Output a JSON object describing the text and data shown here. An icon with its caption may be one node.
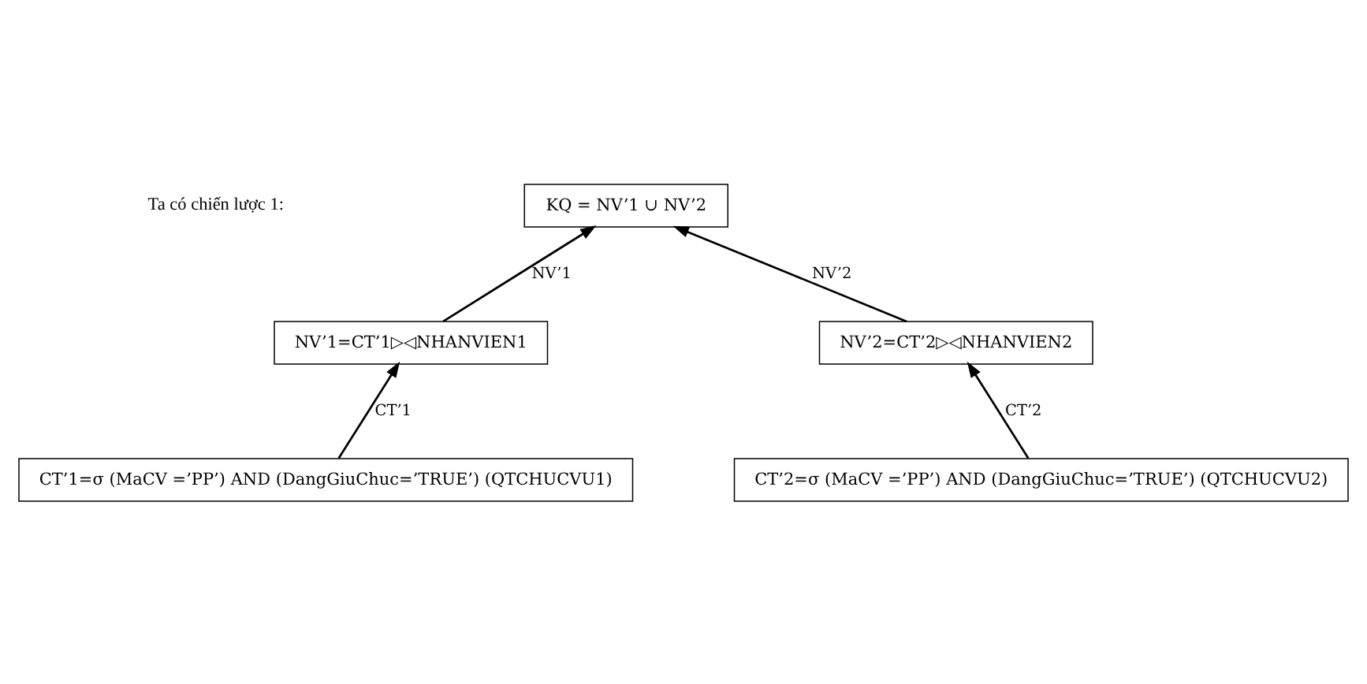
{
  "diagram": {
    "nodes": [
      {
        "text": [
          "KQ = NV’1 ∪ NV’2"
        ]
      },
      {
        "text": [
          "NV’1=CT’1▷◁NHANVIEN1"
        ]
      },
      {
        "text": [
          "NV’2=CT’2▷◁NHANVIEN2"
        ]
      },
      {
        "text": [
          "CT’1=σ (MaCV =’PP’) AND (DangGiuChuc=’TRUE’) (QTCHUCVU1)"
        ]
      },
      {
        "text": [
          "CT’2=σ (MaCV =’PP’) AND (DangGiuChuc=’TRUE’) (QTCHUCVU2)"
        ]
      }
    ],
    "edges": [
      {
        "from": 1,
        "to": 0,
        "arrow": "to",
        "label": "NV’1"
      },
      {
        "from": 2,
        "to": 0,
        "arrow": "to",
        "label": "NV’2"
      },
      {
        "from": 3,
        "to": 1,
        "arrow": "to",
        "label": "CT’1"
      },
      {
        "from": 4,
        "to": 2,
        "arrow": "to",
        "label": "CT’2"
      }
    ],
    "labels": [
      "Ta có chiến lược 1:"
    ]
  }
}
